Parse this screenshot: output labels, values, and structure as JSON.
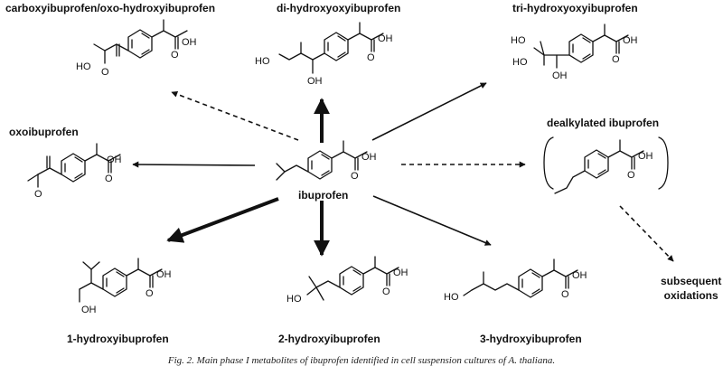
{
  "labels": {
    "carboxy": "carboxyibuprofen/oxo-hydroxyibuprofen",
    "di_hydroxy": "di-hydroxyoxyibuprofen",
    "tri_hydroxy": "tri-hydroxyoxyibuprofen",
    "oxo": "oxoibuprofen",
    "dealkylated": "dealkylated ibuprofen",
    "ibuprofen": "ibuprofen",
    "subsequent_line1": "subsequent",
    "subsequent_line2": "oxidations",
    "hydroxy1": "1-hydroxyibuprofen",
    "hydroxy2": "2-hydroxyibuprofen",
    "hydroxy3": "3-hydroxyibuprofen"
  },
  "atoms": {
    "oh": "OH",
    "ho": "HO",
    "o": "O"
  },
  "caption": "Fig. 2. Main phase I metabolites of ibuprofen identified in cell suspension cultures of A. thaliana."
}
